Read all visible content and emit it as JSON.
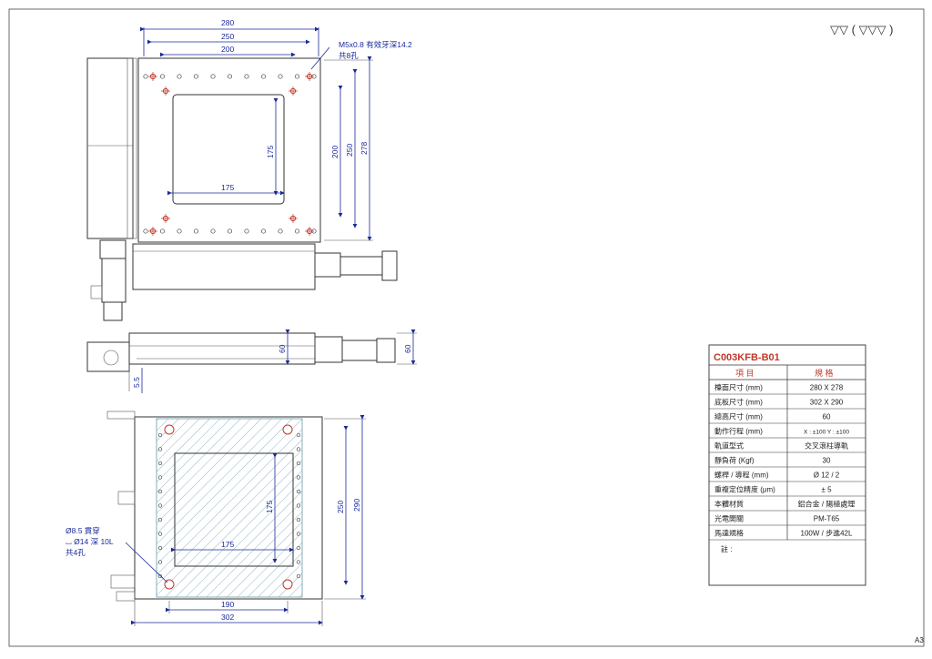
{
  "sheet": {
    "size_mark": "A3",
    "finish_symbol": "▽▽ ( ▽▽▽ )"
  },
  "top_view": {
    "dims": {
      "w280": "280",
      "w250": "250",
      "w200": "200",
      "h278": "278",
      "h250": "250",
      "h200": "200",
      "c175h": "175",
      "c175v": "175"
    },
    "note_line1": "M5x0.8 有效牙深14.2",
    "note_line2": "共8孔"
  },
  "side_view": {
    "dims": {
      "h60a": "60",
      "h60b": "60",
      "d55": "5.5"
    }
  },
  "bottom_view": {
    "dims": {
      "h290": "290",
      "h250": "250",
      "c175v": "175",
      "c175h": "175",
      "w190": "190",
      "w302": "302"
    },
    "note_line1": "Ø8.5 貫穿",
    "note_line2": "⌴ Ø14 深 10L",
    "note_line3": "共4孔"
  },
  "spec_table": {
    "model": "C003KFB-B01",
    "header_item": "項  目",
    "header_spec": "規  格",
    "rows": [
      {
        "item": "檯面尺寸 (mm)",
        "spec": "280 X 278"
      },
      {
        "item": "底板尺寸 (mm)",
        "spec": "302 X 290"
      },
      {
        "item": "總高尺寸 (mm)",
        "spec": "60"
      },
      {
        "item": "動作行程 (mm)",
        "spec": "X : ±100   Y : ±100"
      },
      {
        "item": "軌道型式",
        "spec": "交叉滾柱導軌"
      },
      {
        "item": "靜負荷 (Kgf)",
        "spec": "30"
      },
      {
        "item": "螺桿 / 導程 (mm)",
        "spec": "Ø 12 / 2"
      },
      {
        "item": "重複定位精度 (μm)",
        "spec": "± 5"
      },
      {
        "item": "本體材質",
        "spec": "鋁合金 / 陽極處理"
      },
      {
        "item": "光電開關",
        "spec": "PM-T65"
      },
      {
        "item": "馬達規格",
        "spec": "100W / 步進42L"
      }
    ],
    "remark": "註 :"
  }
}
